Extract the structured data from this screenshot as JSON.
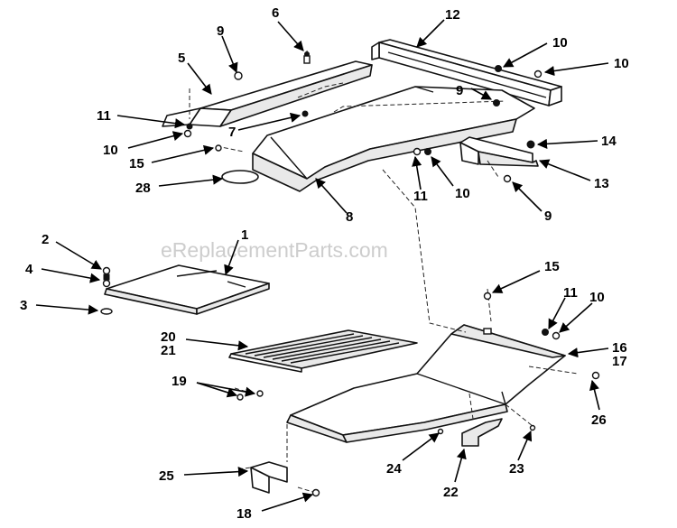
{
  "watermark": "eReplacementParts.com",
  "callouts": {
    "c1": "1",
    "c2": "2",
    "c3": "3",
    "c4": "4",
    "c5": "5",
    "c6": "6",
    "c7": "7",
    "c8": "8",
    "c9a": "9",
    "c9b": "9",
    "c9c": "9",
    "c10a": "10",
    "c10b": "10",
    "c10c": "10",
    "c10d": "10",
    "c10e": "10",
    "c11a": "11",
    "c11b": "11",
    "c11c": "11",
    "c12": "12",
    "c13": "13",
    "c14": "14",
    "c15a": "15",
    "c15b": "15",
    "c16": "16",
    "c17": "17",
    "c18": "18",
    "c19": "19",
    "c20": "20",
    "c21": "21",
    "c22": "22",
    "c23": "23",
    "c24": "24",
    "c25": "25",
    "c26": "26",
    "c28": "28"
  }
}
